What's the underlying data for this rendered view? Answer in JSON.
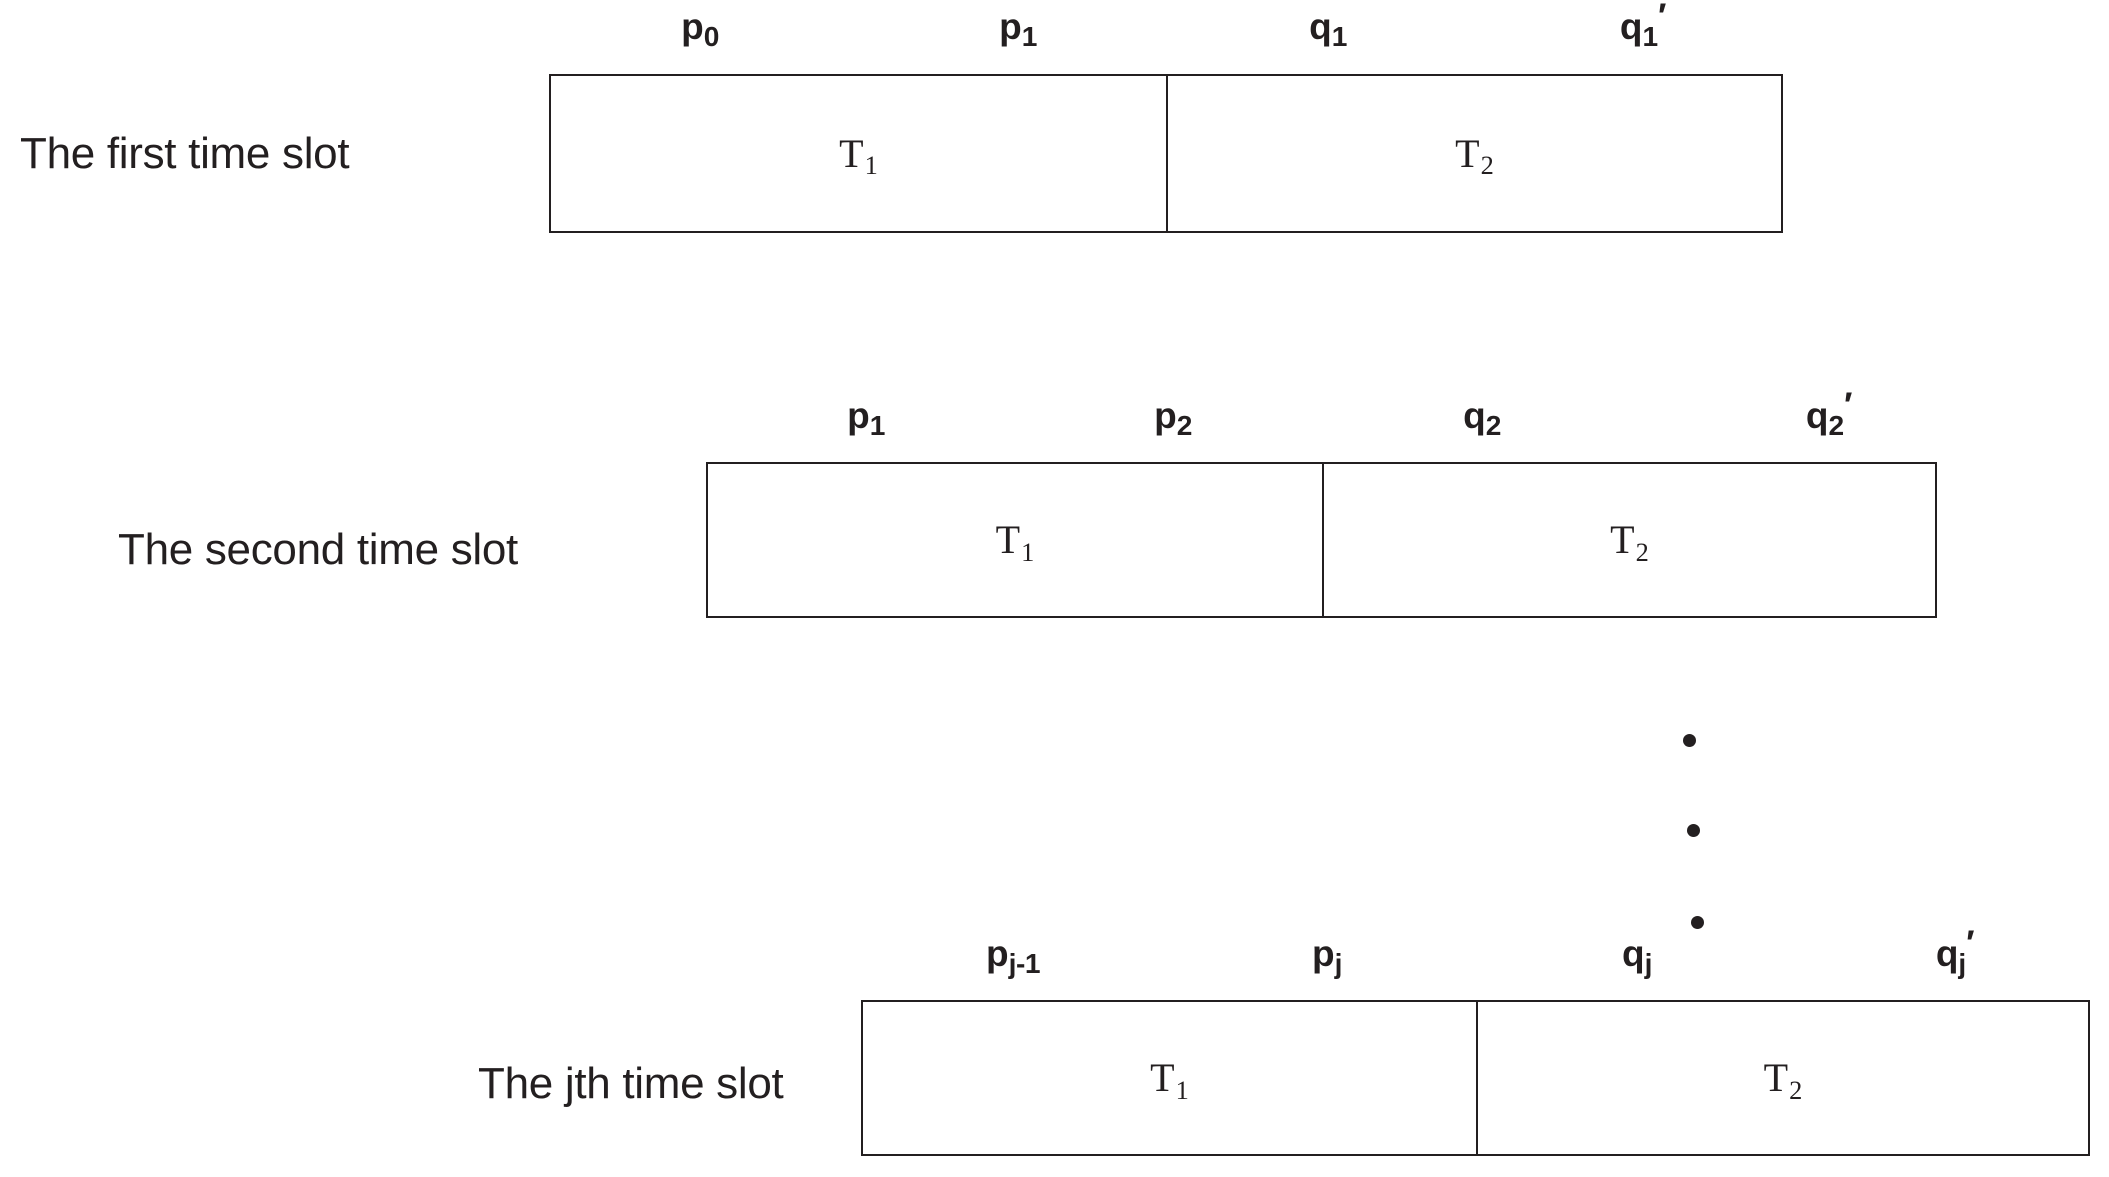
{
  "figure": {
    "background_color": "#ffffff",
    "stroke_color": "#231f20",
    "type": "timeline-slot-diagram"
  },
  "rows": [
    {
      "caption": "The first time slot",
      "cells": [
        {
          "label_base": "T",
          "label_sub": "1"
        },
        {
          "label_base": "T",
          "label_sub": "2"
        }
      ],
      "ticks": [
        {
          "base": "p",
          "sub": "0",
          "prime": ""
        },
        {
          "base": "p",
          "sub": "1",
          "prime": ""
        },
        {
          "base": "q",
          "sub": "1",
          "prime": ""
        },
        {
          "base": "q",
          "sub": "1",
          "prime": "′"
        }
      ]
    },
    {
      "caption": "The second time slot",
      "cells": [
        {
          "label_base": "T",
          "label_sub": "1"
        },
        {
          "label_base": "T",
          "label_sub": "2"
        }
      ],
      "ticks": [
        {
          "base": "p",
          "sub": "1",
          "prime": ""
        },
        {
          "base": "p",
          "sub": "2",
          "prime": ""
        },
        {
          "base": "q",
          "sub": "2",
          "prime": ""
        },
        {
          "base": "q",
          "sub": "2",
          "prime": "′"
        }
      ]
    },
    {
      "caption": "The jth time slot",
      "cells": [
        {
          "label_base": "T",
          "label_sub": "1"
        },
        {
          "label_base": "T",
          "label_sub": "2"
        }
      ],
      "ticks": [
        {
          "base": "p",
          "sub": "j-1",
          "prime": ""
        },
        {
          "base": "p",
          "sub": "j",
          "prime": ""
        },
        {
          "base": "q",
          "sub": "j",
          "prime": ""
        },
        {
          "base": "q",
          "sub": "j",
          "prime": "′"
        }
      ]
    }
  ],
  "ellipsis": {
    "symbol": "•",
    "count": 3
  }
}
